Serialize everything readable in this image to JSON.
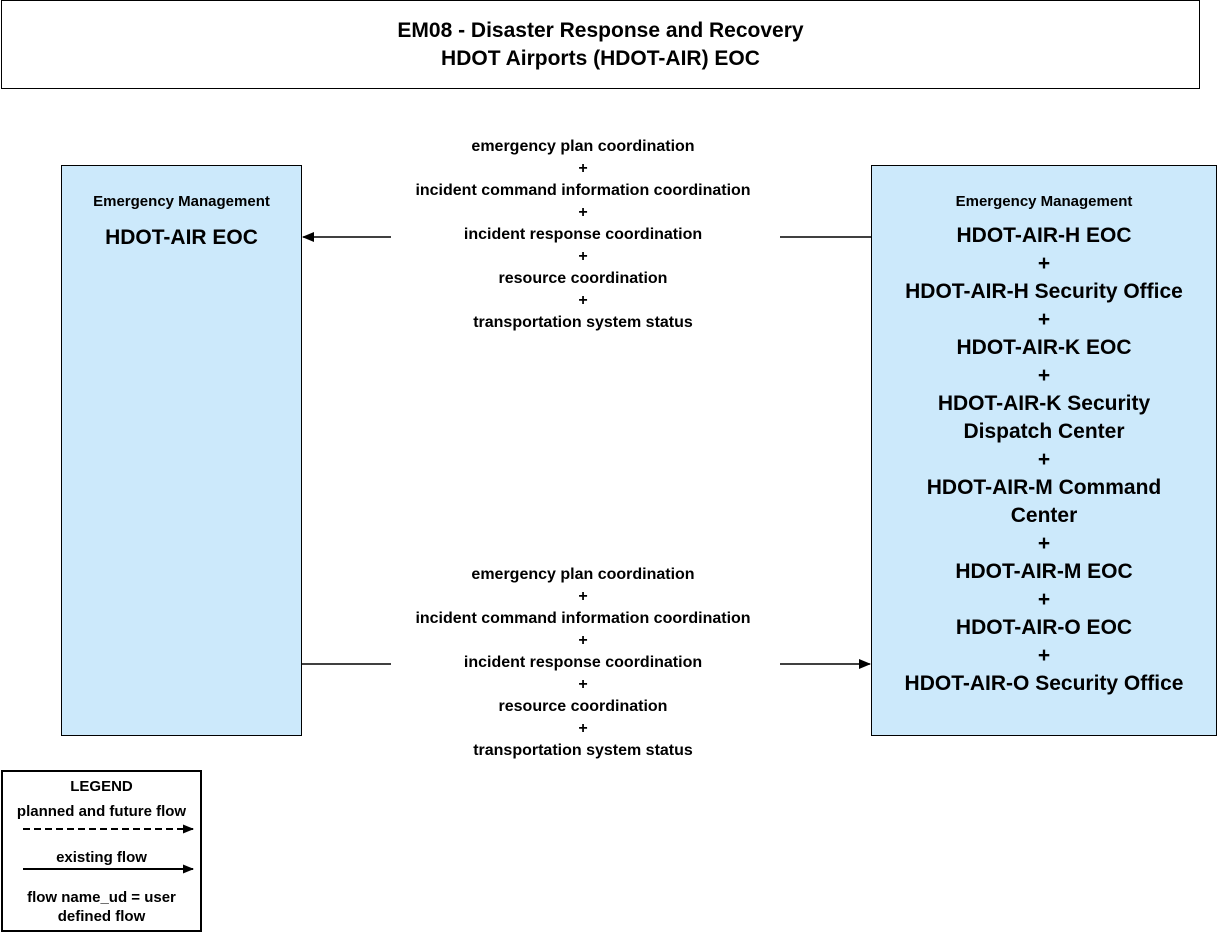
{
  "title": {
    "line1": "EM08 - Disaster Response and Recovery",
    "line2": "HDOT Airports (HDOT-AIR) EOC"
  },
  "left_entity": {
    "category": "Emergency Management",
    "name": "HDOT-AIR EOC"
  },
  "right_entity": {
    "category": "Emergency Management",
    "names": [
      "HDOT-AIR-H EOC",
      "+",
      "HDOT-AIR-H Security Office",
      "+",
      "HDOT-AIR-K EOC",
      "+",
      "HDOT-AIR-K Security Dispatch Center",
      "+",
      "HDOT-AIR-M Command Center",
      "+",
      "HDOT-AIR-M EOC",
      "+",
      "HDOT-AIR-O EOC",
      "+",
      "HDOT-AIR-O Security Office"
    ]
  },
  "flows": {
    "top": [
      "emergency plan coordination",
      "+",
      "incident command information coordination",
      "+",
      "incident response coordination",
      "+",
      "resource coordination",
      "+",
      "transportation system status"
    ],
    "bottom": [
      "emergency plan coordination",
      "+",
      "incident command information coordination",
      "+",
      "incident response coordination",
      "+",
      "resource coordination",
      "+",
      "transportation system status"
    ]
  },
  "legend": {
    "title": "LEGEND",
    "planned": "planned and future flow",
    "existing": "existing flow",
    "user_defined": "flow name_ud = user defined flow"
  },
  "colors": {
    "entity_fill": "#cce9fb",
    "line": "#000000"
  }
}
